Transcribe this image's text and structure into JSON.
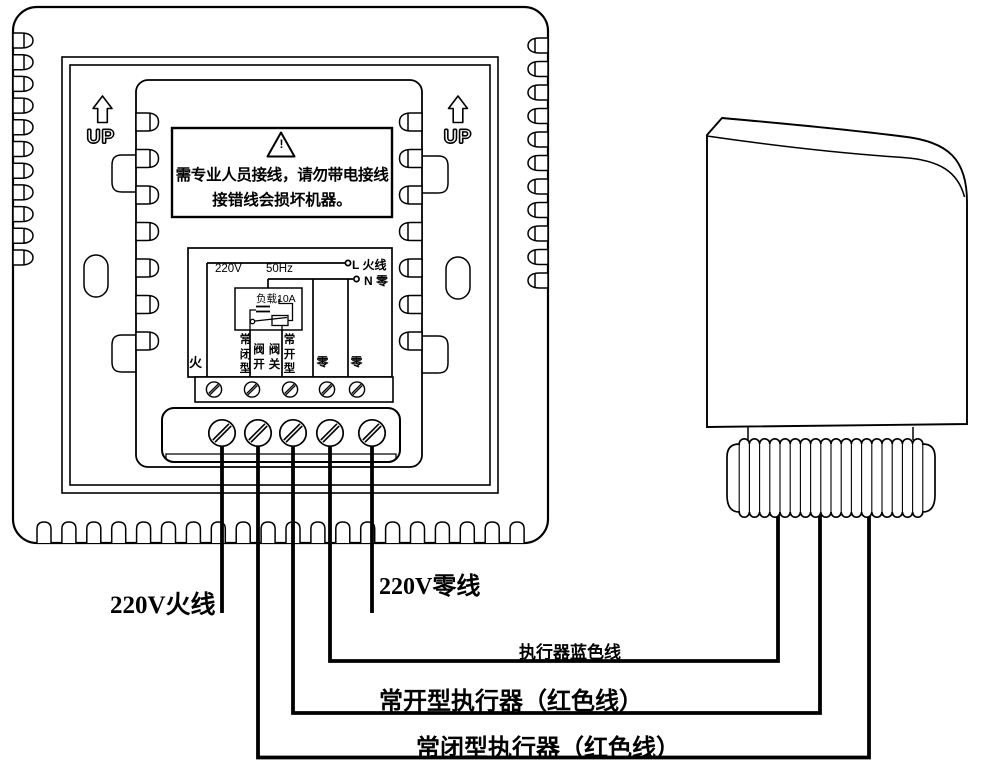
{
  "colors": {
    "ink": "#000000",
    "paper": "#ffffff"
  },
  "thermostat": {
    "up_left": "UP",
    "up_right": "UP",
    "warning": {
      "symbol": "!",
      "line1": "需专业人员接线，请勿带电接线",
      "line2": "接错线会损坏机器。"
    },
    "circuit": {
      "voltage": "220V",
      "frequency": "50Hz",
      "load": "负载10A",
      "terminal_l": "L 火线",
      "terminal_n": "N 零",
      "col_live": "火",
      "col_nc": "常闭型",
      "col_valve_open": "阀开",
      "col_valve_close": "阀关",
      "col_no": "常开型",
      "col_neutral_1": "零",
      "col_neutral_2": "零"
    }
  },
  "wiring": {
    "live_label": "220V火线",
    "neutral_label": "220V零线",
    "actuator_blue_label": "执行器蓝色线",
    "actuator_no_label": "常开型执行器（红色线）",
    "actuator_nc_label": "常闭型执行器（红色线）"
  }
}
